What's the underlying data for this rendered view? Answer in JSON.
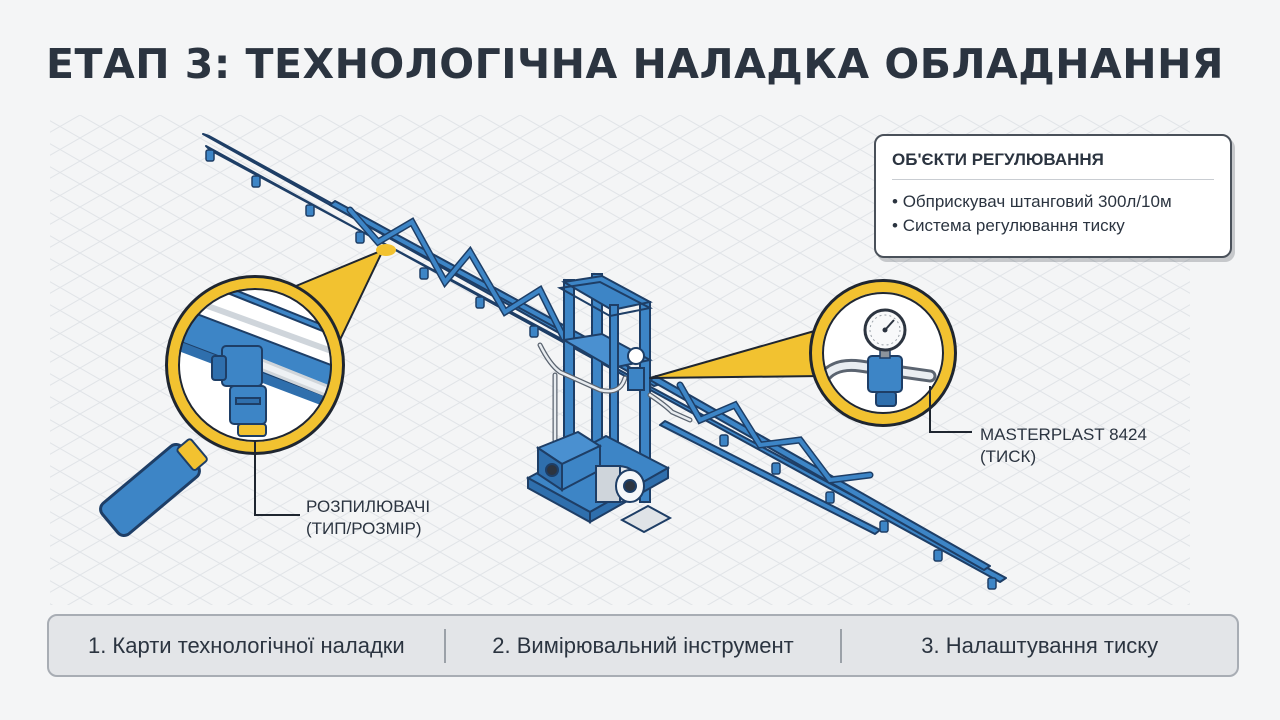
{
  "title": "ЕТАП 3: ТЕХНОЛОГІЧНА НАЛАДКА ОБЛАДНАННЯ",
  "info_box": {
    "title": "ОБ'ЄКТИ РЕГУЛЮВАННЯ",
    "items": [
      "Обприскувач штанговий 300л/10м",
      "Система регулювання тиску"
    ]
  },
  "callouts": {
    "nozzles": {
      "line1": "РОЗПИЛЮВАЧІ",
      "line2": "(ТИП/РОЗМІР)"
    },
    "pressure": {
      "line1": "MASTERPLAST 8424",
      "line2": "(ТИСК)"
    }
  },
  "steps": [
    "1. Карти технологічної наладки",
    "2. Вимірювальний інструмент",
    "3. Налаштування тиску"
  ],
  "colors": {
    "frame_blue": "#3d85c6",
    "frame_outline": "#1e3e66",
    "accent_yellow": "#f2c230",
    "text_dark": "#2b3440",
    "grid_line": "#e3e6ea"
  },
  "icons": [
    "magnifier-icon",
    "pressure-gauge-icon",
    "nozzle-icon"
  ]
}
